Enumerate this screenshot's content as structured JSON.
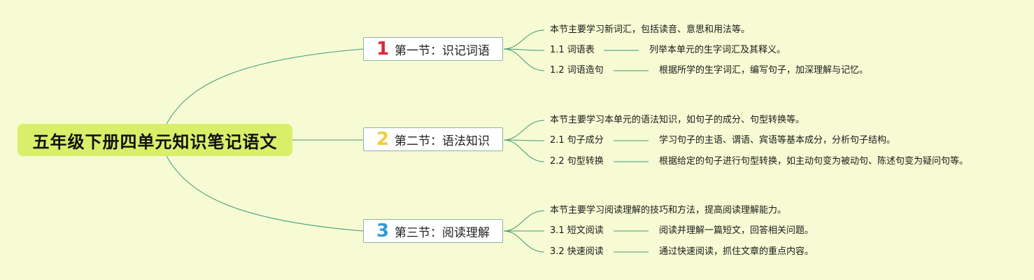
{
  "root": {
    "title": "五年级下册四单元知识笔记语文"
  },
  "colors": {
    "line": "#3f9a7a",
    "num1": "#d9283a",
    "num2": "#f0cd3c",
    "num3": "#2b9cd8"
  },
  "sections": [
    {
      "number": "1",
      "label": "第一节：识记词语",
      "summary": "本节主要学习新词汇，包括读音、意思和用法等。",
      "items": [
        {
          "key": "1.1 词语表",
          "desc": "列举本单元的生字词汇及其释义。"
        },
        {
          "key": "1.2 词语造句",
          "desc": "根据所学的生字词汇，编写句子，加深理解与记忆。"
        }
      ]
    },
    {
      "number": "2",
      "label": "第二节：语法知识",
      "summary": "本节主要学习本单元的语法知识，如句子的成分、句型转换等。",
      "items": [
        {
          "key": "2.1 句子成分",
          "desc": "学习句子的主语、谓语、宾语等基本成分，分析句子结构。"
        },
        {
          "key": "2.2 句型转换",
          "desc": "根据给定的句子进行句型转换，如主动句变为被动句、陈述句变为疑问句等。"
        }
      ]
    },
    {
      "number": "3",
      "label": "第三节：阅读理解",
      "summary": "本节主要学习阅读理解的技巧和方法，提高阅读理解能力。",
      "items": [
        {
          "key": "3.1 短文阅读",
          "desc": "阅读并理解一篇短文，回答相关问题。"
        },
        {
          "key": "3.2 快速阅读",
          "desc": "通过快速阅读，抓住文章的重点内容。"
        }
      ]
    }
  ]
}
